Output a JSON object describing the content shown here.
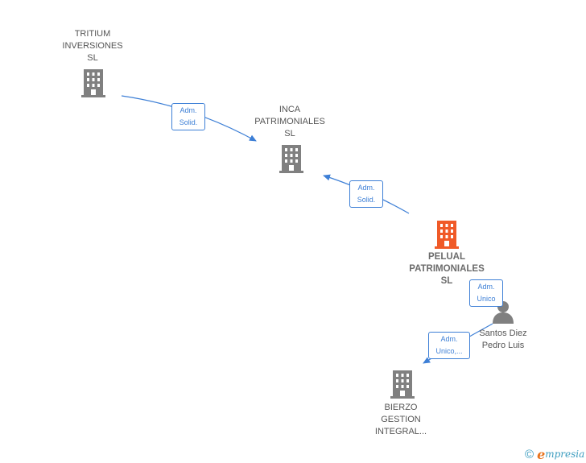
{
  "nodes": {
    "tritium": {
      "label": "TRITIUM\nINVERSIONES\nSL",
      "icon": "building-icon"
    },
    "inca": {
      "label": "INCA\nPATRIMONIALES\nSL",
      "icon": "building-icon"
    },
    "pelual": {
      "label": "PELUAL\nPATRIMONIALES\nSL",
      "icon": "building-icon",
      "highlight": true
    },
    "santos": {
      "label": "Santos Diez\nPedro Luis",
      "icon": "person-icon"
    },
    "bierzo": {
      "label": "BIERZO\nGESTION\nINTEGRAL...",
      "icon": "building-icon"
    }
  },
  "edges": {
    "tritium_inca": {
      "label": "Adm.\nSolid."
    },
    "pelual_inca": {
      "label": "Adm.\nSolid."
    },
    "santos_pelual": {
      "label": "Adm.\nUnico"
    },
    "santos_bierzo": {
      "label": "Adm.\nUnico,..."
    }
  },
  "colors": {
    "edge": "#3d7fd6",
    "building": "#808080",
    "building_highlight": "#f05a28",
    "person": "#808080"
  },
  "brand": {
    "copyright": "©",
    "e": "e",
    "rest": "mpresia"
  }
}
